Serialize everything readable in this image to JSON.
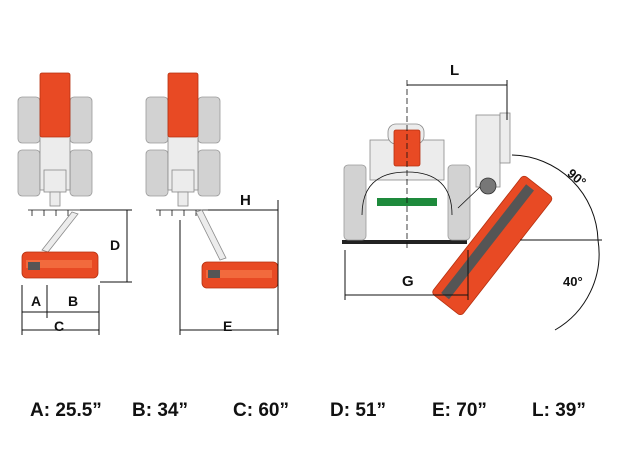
{
  "labels": {
    "A": "A",
    "B": "B",
    "C": "C",
    "D": "D",
    "E": "E",
    "H": "H",
    "G": "G",
    "L": "L",
    "angle_90": "90°",
    "angle_40": "40°"
  },
  "specs": [
    {
      "id": "a",
      "text": "A: 25.5”"
    },
    {
      "id": "b",
      "text": "B: 34”"
    },
    {
      "id": "c",
      "text": "C: 60”"
    },
    {
      "id": "d",
      "text": "D: 51”"
    },
    {
      "id": "e",
      "text": "E: 70”"
    },
    {
      "id": "l",
      "text": "L: 39”"
    }
  ],
  "colors": {
    "mower_red": "#e84a24",
    "frame_green": "#1e8a3c",
    "tractor_grey": "#d2d2d2"
  }
}
